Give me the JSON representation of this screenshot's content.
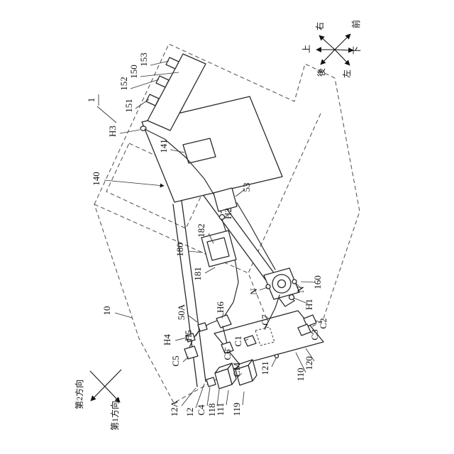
{
  "figure": {
    "number_label": "1",
    "refs": {
      "n10": "10",
      "n12": "12",
      "n12A": "12A",
      "n50A": "50A",
      "n53": "53",
      "n110": "110",
      "n111": "111",
      "n118": "118",
      "n119": "119",
      "n120": "120",
      "n121": "121",
      "n140": "140",
      "n141": "141",
      "n150": "150",
      "n151": "151",
      "n152": "152",
      "n153": "153",
      "n160": "160",
      "n180": "180",
      "n181": "181",
      "n182": "182",
      "c1": "C1",
      "c2": "C2",
      "c3": "C3",
      "c4": "C4",
      "c5": "C5",
      "c6": "C6",
      "c7": "C7",
      "cm": "CM",
      "h1": "H1",
      "h2": "H2",
      "h3": "H3",
      "h4": "H4",
      "h5": "H5",
      "h6": "H6",
      "n_mark": "N"
    },
    "compass": {
      "up": "上",
      "down": "下",
      "left": "左",
      "right": "右",
      "front": "前",
      "back": "後"
    },
    "directions": {
      "second": "第2方向",
      "first": "第1方向"
    }
  }
}
